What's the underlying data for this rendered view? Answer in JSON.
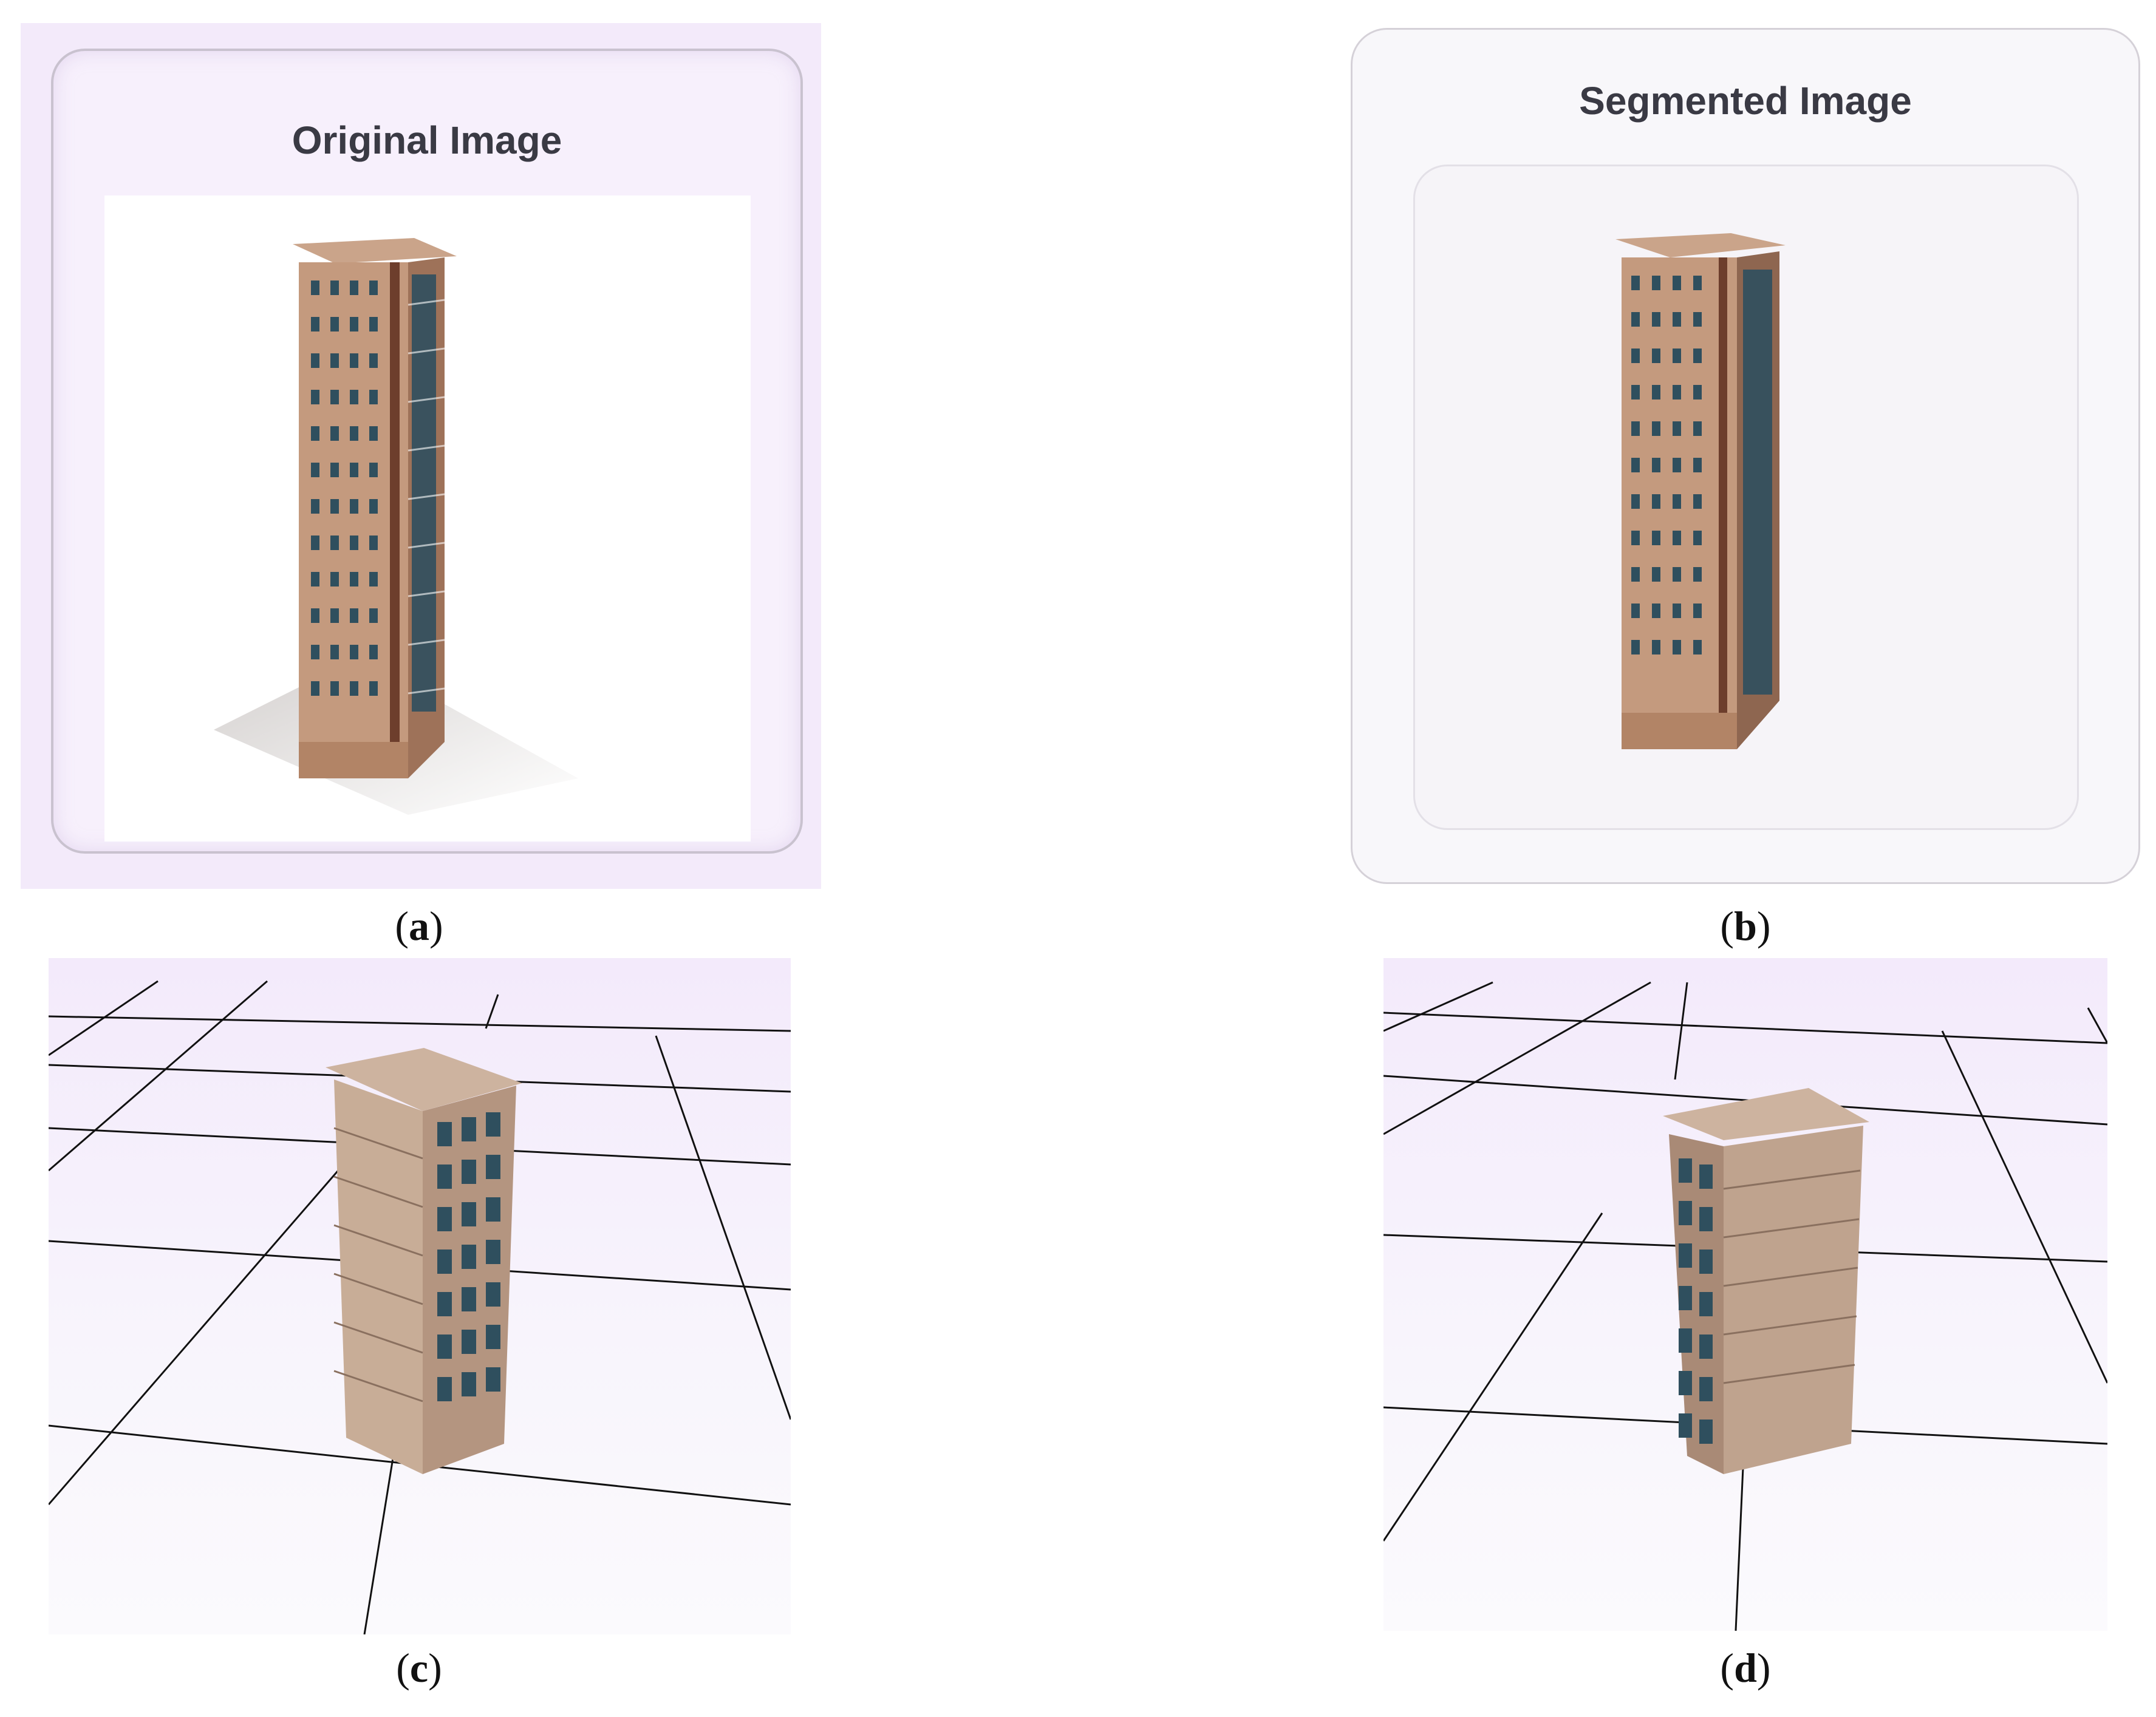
{
  "panels": {
    "a": {
      "title": "Original Image",
      "caption_open": "(",
      "caption_letter": "a",
      "caption_close": ")"
    },
    "b": {
      "title": "Segmented Image",
      "caption_open": "(",
      "caption_letter": "b",
      "caption_close": ")"
    },
    "c": {
      "caption_open": "(",
      "caption_letter": "c",
      "caption_close": ")"
    },
    "d": {
      "caption_open": "(",
      "caption_letter": "d",
      "caption_close": ")"
    }
  },
  "icons": [
    "building-icon"
  ],
  "colors": {
    "facade": "#c49a7e",
    "facade_dark": "#9e7259",
    "glass": "#2f4f5e",
    "roof": "#caa48a",
    "panel_bg": "#f3eafa",
    "grid_line": "#111111"
  }
}
